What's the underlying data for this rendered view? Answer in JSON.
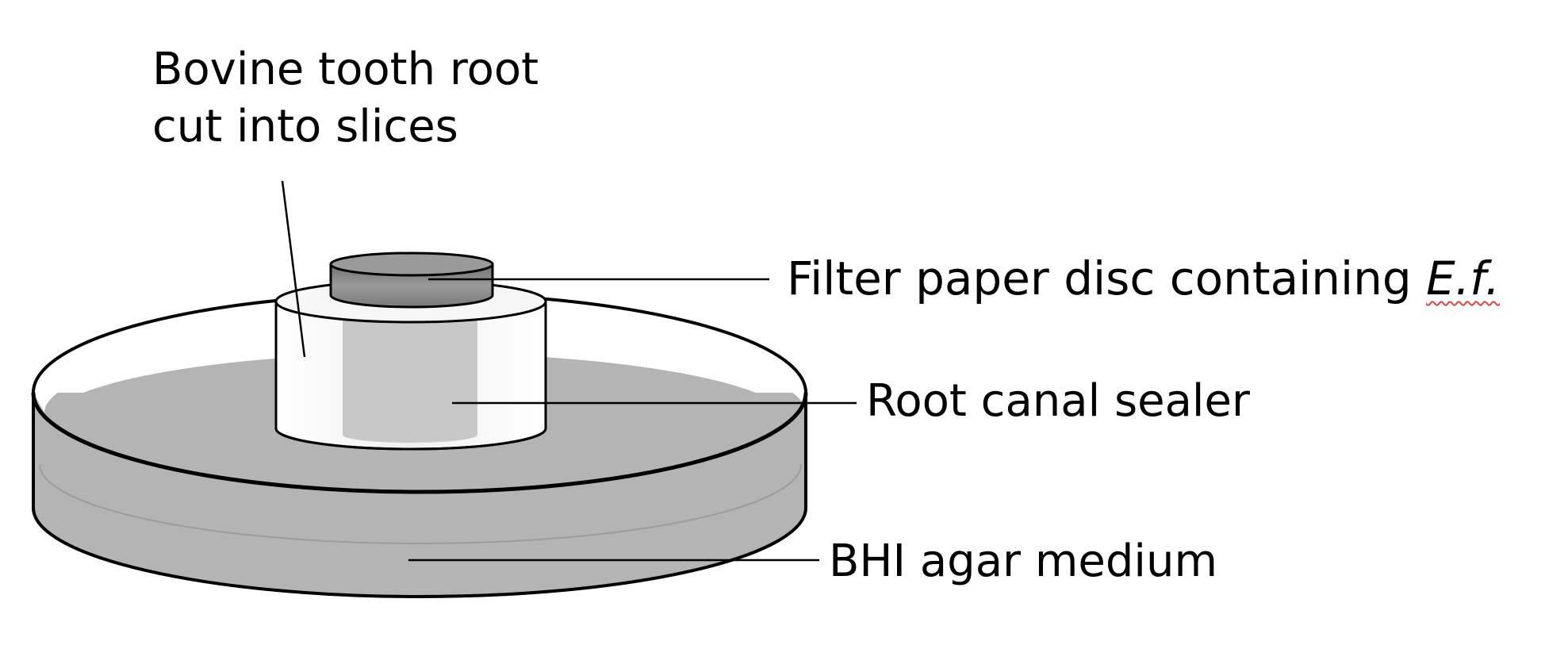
{
  "labels": {
    "tooth_line1": "Bovine tooth root",
    "tooth_line2": "cut into slices",
    "filter_prefix": "Filter paper disc containing ",
    "filter_organism": "E.f.",
    "sealer": "Root canal sealer",
    "agar": "BHI agar medium"
  },
  "colors": {
    "agar_fill": "#b4b4b4",
    "sealer_fill": "#c8c8c8",
    "slice_fill": "#f4f4f4",
    "disc_fill": "#8a8a8a",
    "outline": "#000000"
  }
}
